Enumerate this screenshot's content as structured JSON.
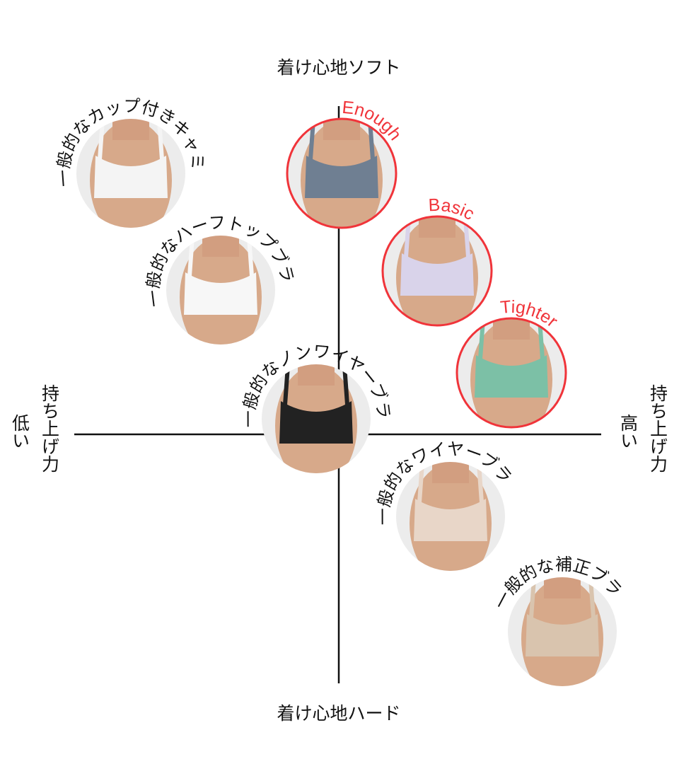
{
  "axes": {
    "top": "着け心地ソフト",
    "bottom": "着け心地ハード",
    "left_main": "持ち上げ力",
    "left_sub": "低い",
    "right_main": "持ち上げ力",
    "right_sub": "高い"
  },
  "items": [
    {
      "label": "一般的なカップ付きキャミ",
      "type": "generic",
      "garment_color": "#f4f4f4"
    },
    {
      "label": "一般的なハーフトップブラ",
      "type": "generic",
      "garment_color": "#f7f7f7"
    },
    {
      "label": "一般的なノンワイヤーブラ",
      "type": "generic",
      "garment_color": "#222222"
    },
    {
      "label": "一般的なワイヤーブラ",
      "type": "generic",
      "garment_color": "#e8d6c8"
    },
    {
      "label": "一般的な補正ブラ",
      "type": "generic",
      "garment_color": "#d9c4ae"
    },
    {
      "label": "Enough",
      "type": "brand",
      "garment_color": "#6f7f92"
    },
    {
      "label": "Basic",
      "type": "brand",
      "garment_color": "#d9d3ea"
    },
    {
      "label": "Tighter",
      "type": "brand",
      "garment_color": "#7cc0a6"
    }
  ],
  "colors": {
    "brand_accent": "#f0343a",
    "axis": "#111111"
  }
}
